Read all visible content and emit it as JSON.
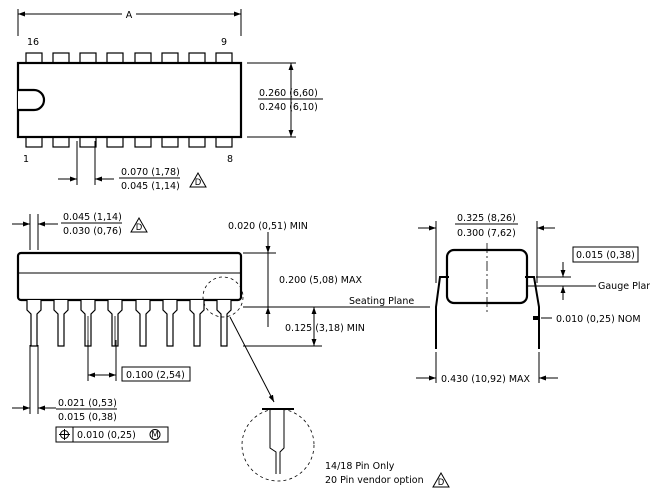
{
  "top_view": {
    "dim_a": "A",
    "pin_16": "16",
    "pin_9": "9",
    "pin_1": "1",
    "pin_8": "8",
    "width_max": "0.260 (6,60)",
    "width_min": "0.240 (6,10)",
    "pitch_max": "0.070 (1,78)",
    "pitch_min": "0.045 (1,14)",
    "note_d": "D"
  },
  "side_view": {
    "shoulder_max": "0.045 (1,14)",
    "shoulder_min": "0.030 (0,76)",
    "note_d": "D",
    "standoff": "0.020 (0,51) MIN",
    "height": "0.200 (5,08) MAX",
    "seating_plane": "Seating Plane",
    "lead_length": "0.125 (3,18) MIN",
    "pitch": "0.100 (2,54)",
    "lead_width_max": "0.021 (0,53)",
    "lead_width_min": "0.015 (0,38)",
    "tolerance_value": "0.010 (0,25)",
    "tolerance_modifier": "M"
  },
  "end_view": {
    "row_max": "0.325 (8,26)",
    "row_min": "0.300 (7,62)",
    "gauge_value": "0.015 (0,38)",
    "gauge_plane": "Gauge Plane",
    "lead_thickness": "0.010 (0,25) NOM",
    "overall_width": "0.430 (10,92) MAX"
  },
  "detail": {
    "note_line1": "14/18 Pin Only",
    "note_line2": "20 Pin vendor option",
    "note_d": "D"
  }
}
